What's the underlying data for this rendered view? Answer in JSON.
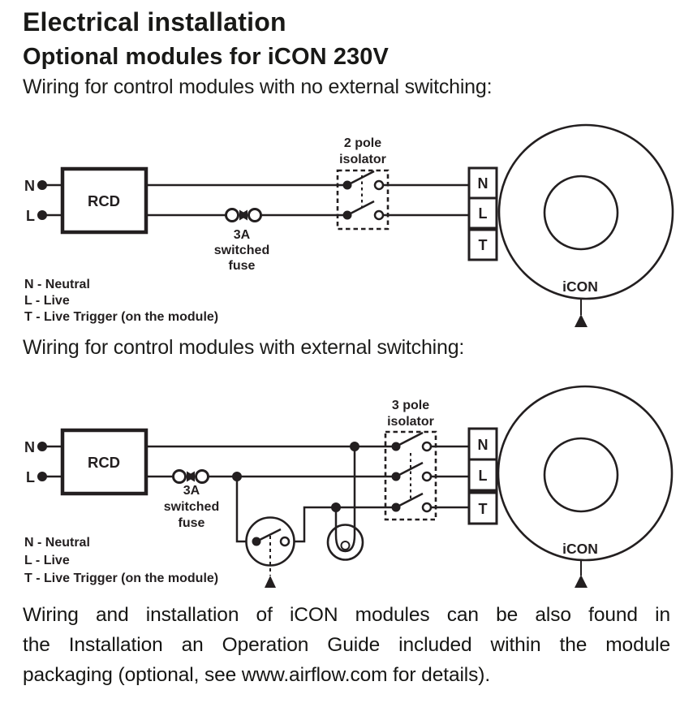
{
  "page": {
    "title": "Electrical installation",
    "subtitle": "Optional modules for iCON 230V",
    "intro_no_external": "Wiring for control modules with no external switching:",
    "intro_external": "Wiring for control modules with external switching:",
    "footer_lines": [
      "Wiring and installation of iCON modules can be also found in",
      "the Installation an Operation Guide included within the module",
      "packaging (optional, see www.airflow.com for details)."
    ]
  },
  "legend": {
    "neutral": "N - Neutral",
    "live": "L - Live",
    "trigger": "T - Live Trigger (on the module)"
  },
  "colors": {
    "ink": "#231f20",
    "paper": "#ffffff"
  },
  "diagram1": {
    "supply_n": "N",
    "supply_l": "L",
    "rcd": "RCD",
    "fuse_lines": [
      "3A",
      "switched",
      "fuse"
    ],
    "isolator_lines": [
      "2 pole",
      "isolator"
    ],
    "terminals": [
      "N",
      "L",
      "T"
    ],
    "fan": "iCON"
  },
  "diagram2": {
    "supply_n": "N",
    "supply_l": "L",
    "rcd": "RCD",
    "fuse_lines": [
      "3A",
      "switched",
      "fuse"
    ],
    "isolator_lines": [
      "3 pole",
      "isolator"
    ],
    "terminals": [
      "N",
      "L",
      "T"
    ],
    "fan": "iCON"
  }
}
